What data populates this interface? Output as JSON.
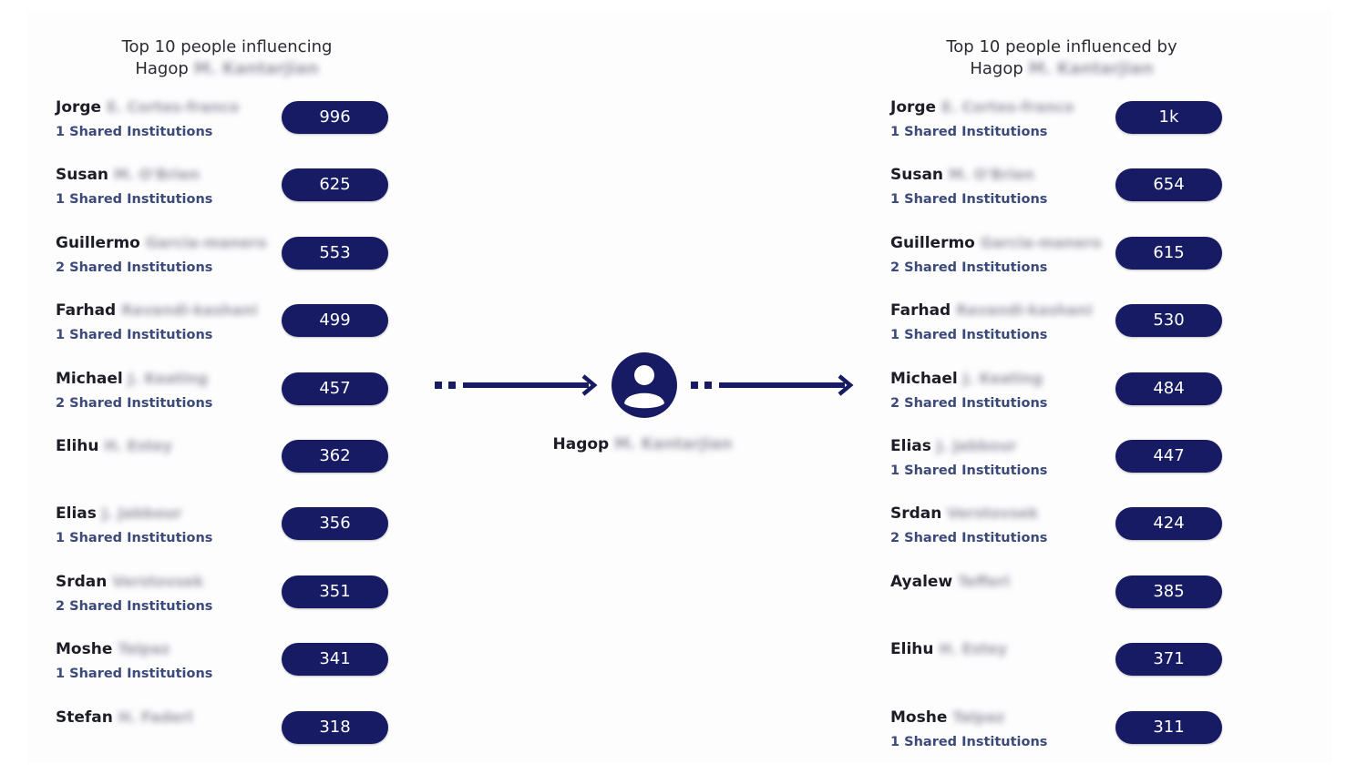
{
  "left_column": {
    "title_line1": "Top 10 people influencing",
    "title_line2": "Hagop",
    "title_blurred": "M. Kantarjian",
    "people": [
      {
        "first": "Jorge",
        "blurred": "E. Cortes-franco",
        "shared": "1 Shared Institutions",
        "score": "996"
      },
      {
        "first": "Susan",
        "blurred": "M. O'Brien",
        "shared": "1 Shared Institutions",
        "score": "625"
      },
      {
        "first": "Guillermo",
        "blurred": "Garcia-manero",
        "shared": "2 Shared Institutions",
        "score": "553"
      },
      {
        "first": "Farhad",
        "blurred": "Ravandi-kashani",
        "shared": "1 Shared Institutions",
        "score": "499"
      },
      {
        "first": "Michael",
        "blurred": "J. Keating",
        "shared": "2 Shared Institutions",
        "score": "457"
      },
      {
        "first": "Elihu",
        "blurred": "H. Estey",
        "shared": "",
        "score": "362"
      },
      {
        "first": "Elias",
        "blurred": "J. Jabbour",
        "shared": "1 Shared Institutions",
        "score": "356"
      },
      {
        "first": "Srdan",
        "blurred": "Verstovsek",
        "shared": "2 Shared Institutions",
        "score": "351"
      },
      {
        "first": "Moshe",
        "blurred": "Talpaz",
        "shared": "1 Shared Institutions",
        "score": "341"
      },
      {
        "first": "Stefan",
        "blurred": "H. Faderl",
        "shared": "",
        "score": "318"
      }
    ]
  },
  "right_column": {
    "title_line1": "Top 10 people influenced by",
    "title_line2": "Hagop",
    "title_blurred": "M. Kantarjian",
    "people": [
      {
        "first": "Jorge",
        "blurred": "E. Cortes-franco",
        "shared": "1 Shared Institutions",
        "score": "1k"
      },
      {
        "first": "Susan",
        "blurred": "M. O'Brien",
        "shared": "1 Shared Institutions",
        "score": "654"
      },
      {
        "first": "Guillermo",
        "blurred": "Garcia-manero",
        "shared": "2 Shared Institutions",
        "score": "615"
      },
      {
        "first": "Farhad",
        "blurred": "Ravandi-kashani",
        "shared": "1 Shared Institutions",
        "score": "530"
      },
      {
        "first": "Michael",
        "blurred": "J. Keating",
        "shared": "2 Shared Institutions",
        "score": "484"
      },
      {
        "first": "Elias",
        "blurred": "J. Jabbour",
        "shared": "1 Shared Institutions",
        "score": "447"
      },
      {
        "first": "Srdan",
        "blurred": "Verstovsek",
        "shared": "2 Shared Institutions",
        "score": "424"
      },
      {
        "first": "Ayalew",
        "blurred": "Tefferi",
        "shared": "",
        "score": "385"
      },
      {
        "first": "Elihu",
        "blurred": "H. Estey",
        "shared": "",
        "score": "371"
      },
      {
        "first": "Moshe",
        "blurred": "Talpaz",
        "shared": "1 Shared Institutions",
        "score": "311"
      }
    ]
  },
  "center": {
    "first": "Hagop",
    "blurred": "M. Kantarjian",
    "icon": "user-circle-icon"
  },
  "colors": {
    "badge_bg": "#161b63",
    "accent": "#161b63",
    "shared_text": "#3b4a7a"
  }
}
